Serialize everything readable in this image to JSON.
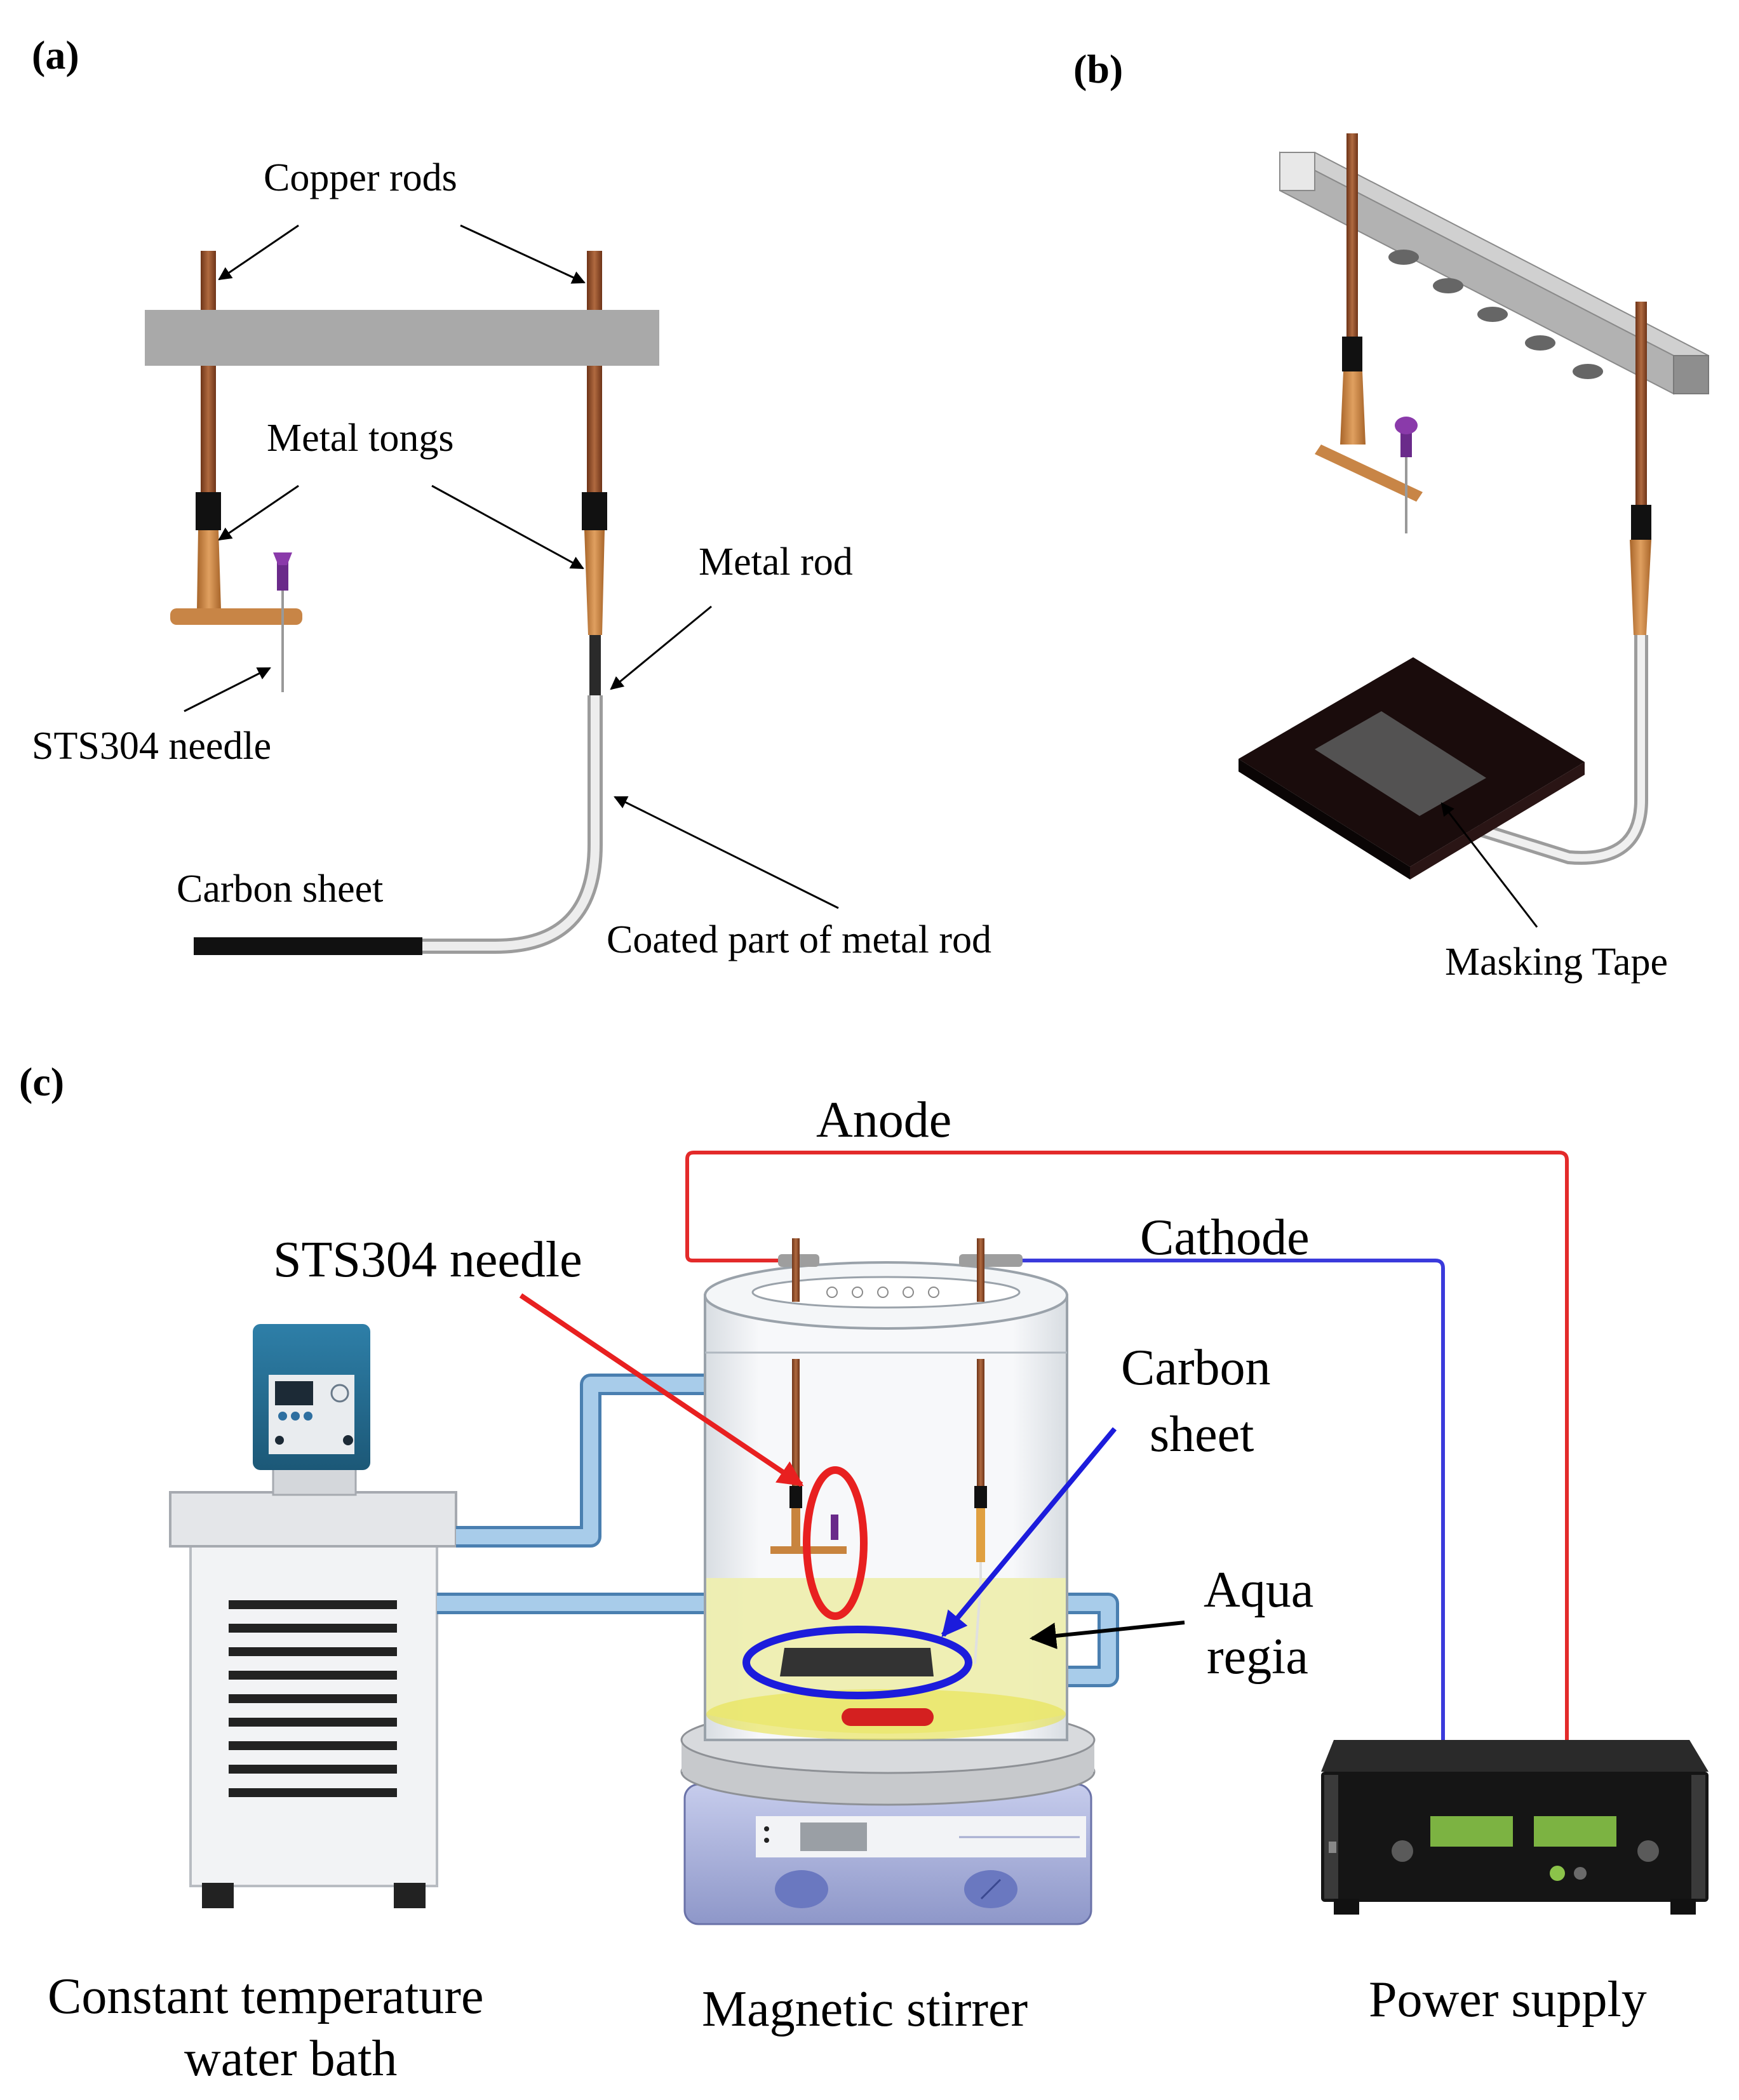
{
  "panels": {
    "a": {
      "label": "(a)"
    },
    "b": {
      "label": "(b)"
    },
    "c": {
      "label": "(c)"
    }
  },
  "labels_a": {
    "copper_rods": "Copper rods",
    "metal_tongs": "Metal tongs",
    "metal_rod": "Metal rod",
    "sts304_needle": "STS304 needle",
    "carbon_sheet": "Carbon sheet",
    "coated_part": "Coated part of metal rod"
  },
  "labels_b": {
    "masking_tape": "Masking Tape"
  },
  "labels_c": {
    "anode": "Anode",
    "cathode": "Cathode",
    "sts304_needle": "STS304 needle",
    "carbon_sheet_line1": "Carbon",
    "carbon_sheet_line2": "sheet",
    "aqua_regia_line1": "Aqua",
    "aqua_regia_line2": "regia",
    "water_bath_line1": "Constant temperature",
    "water_bath_line2": "water bath",
    "magnetic_stirrer": "Magnetic stirrer",
    "power_supply": "Power supply"
  },
  "colors": {
    "copper": "#8B4A2B",
    "tong": "#C8843E",
    "rod_gray": "#A6A6A6",
    "anode_wire": "#E32A2A",
    "cathode_wire": "#3A3ADC",
    "aqua_regia": "#EEEEB0",
    "highlight_red": "#E82020",
    "highlight_blue": "#1C1CDC",
    "needle_purple": "#6A2A8A"
  }
}
